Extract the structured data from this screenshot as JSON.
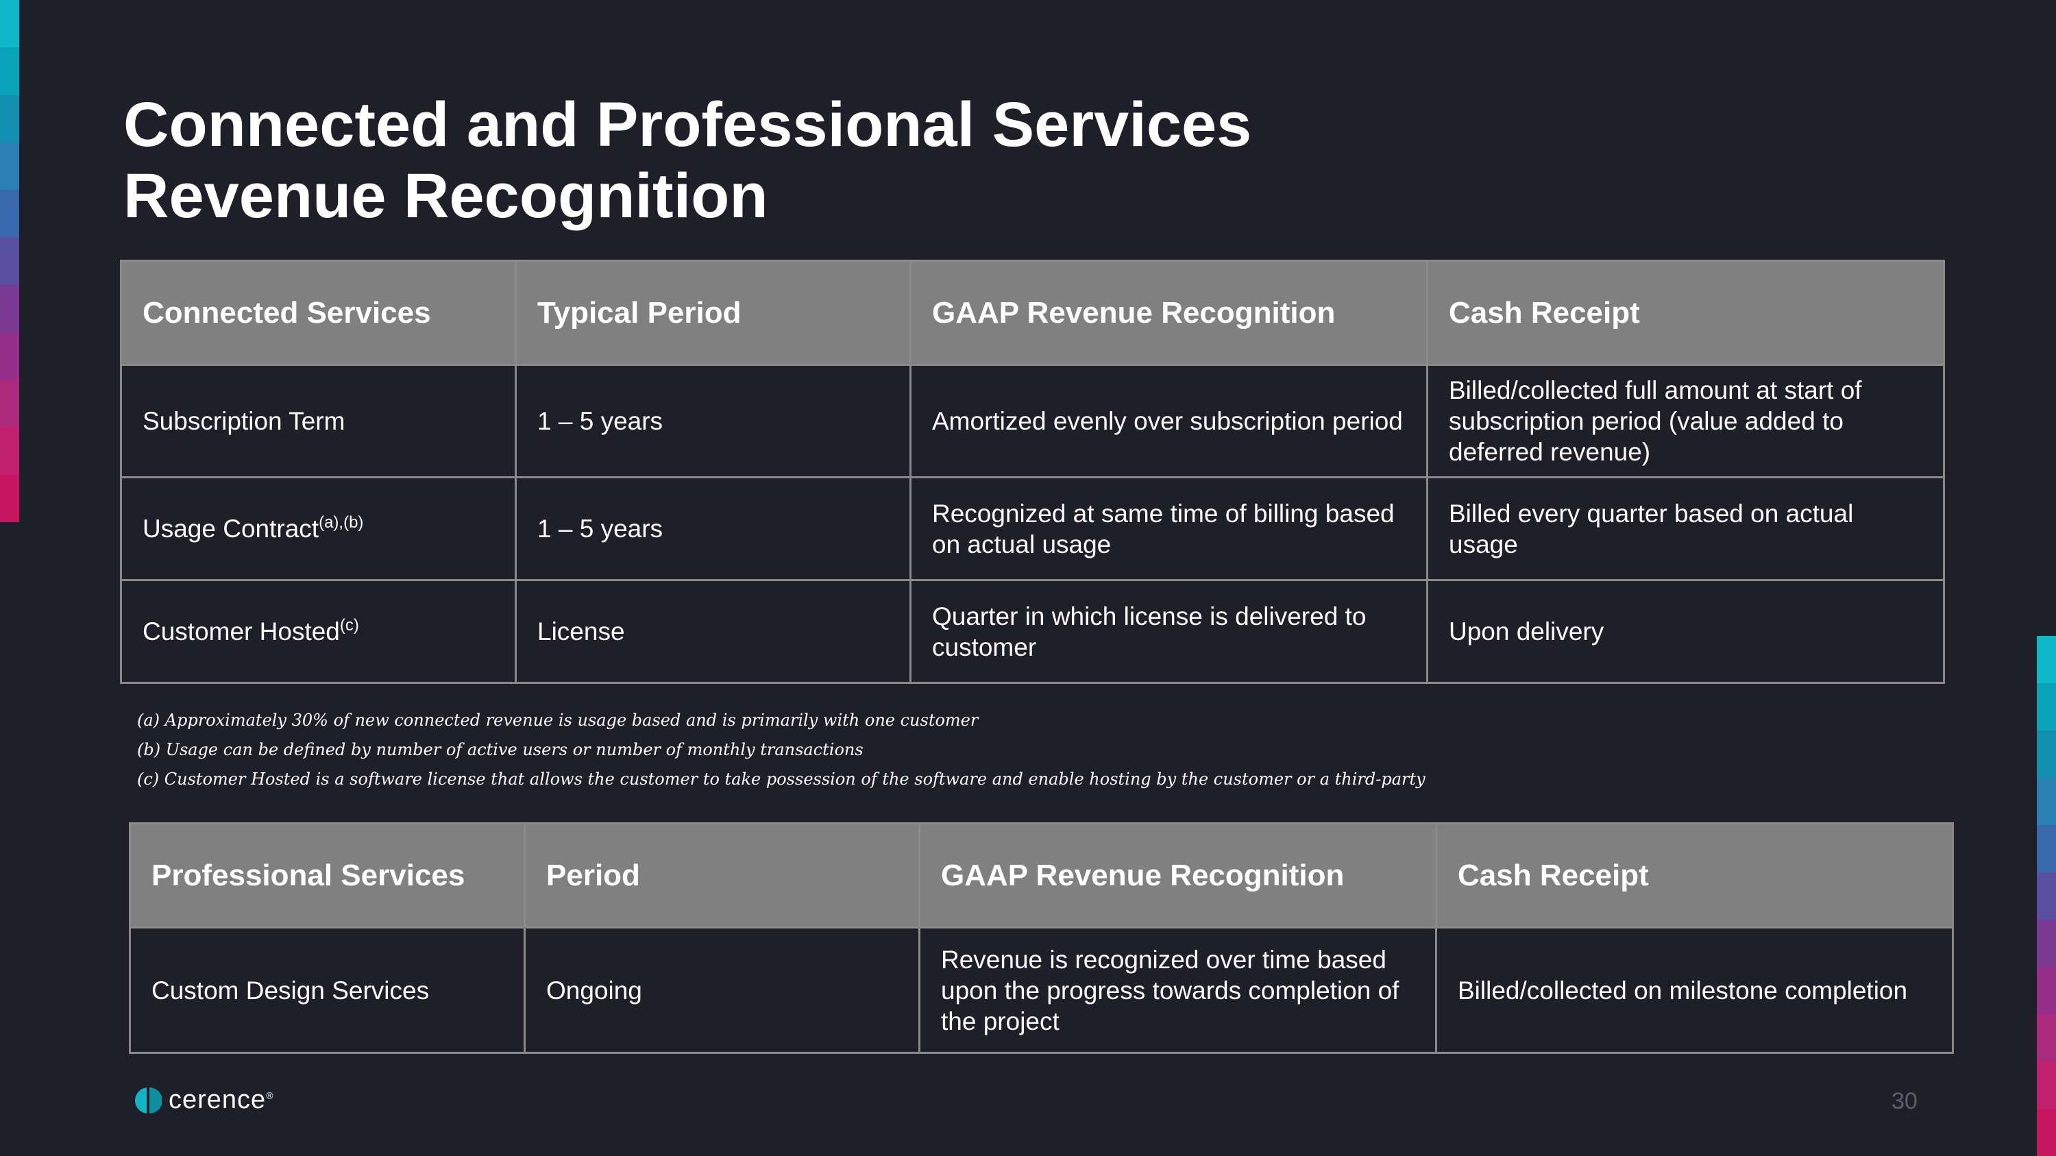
{
  "title": {
    "line1": "Connected and Professional Services",
    "line2": "Revenue Recognition"
  },
  "connected_table": {
    "headers": [
      "Connected Services",
      "Typical Period",
      "GAAP Revenue Recognition",
      "Cash Receipt"
    ],
    "rows": [
      {
        "service": "Subscription Term",
        "service_sup": "",
        "period": "1 – 5 years",
        "recognition": "Amortized evenly over subscription period",
        "cash": "Billed/collected full amount at start of subscription period (value added to deferred revenue)"
      },
      {
        "service": "Usage Contract",
        "service_sup": "(a),(b)",
        "period": "1 – 5 years",
        "recognition": "Recognized at same time of billing based on actual usage",
        "cash": "Billed every quarter based on actual usage"
      },
      {
        "service": "Customer Hosted",
        "service_sup": "(c)",
        "period": "License",
        "recognition": "Quarter in which license is delivered to customer",
        "cash": "Upon delivery"
      }
    ]
  },
  "footnotes": [
    "(a) Approximately 30% of new connected revenue is usage based and is primarily with one customer",
    "(b) Usage can be defined by number of active users or number of monthly transactions",
    "(c) Customer Hosted is a software license that allows the customer to take possession of the software and enable hosting by the customer or a third-party"
  ],
  "professional_table": {
    "headers": [
      "Professional Services",
      "Period",
      "GAAP Revenue Recognition",
      "Cash Receipt"
    ],
    "rows": [
      {
        "service": "Custom Design Services",
        "period": "Ongoing",
        "recognition": "Revenue is recognized over time based upon the progress towards completion of the project",
        "cash": "Billed/collected on milestone completion"
      }
    ]
  },
  "footer": {
    "logo_text": "cerence",
    "logo_mark": "®",
    "page_number": "30"
  },
  "colors": {
    "background": "#1e1f29",
    "header_fill": "#808080",
    "border": "#8a8a8a",
    "logo_teal": "#12b4c4",
    "page_number": "#5a5f6e",
    "strip": [
      "#0fb8c9",
      "#0aa3b8",
      "#1190b0",
      "#2a7fb3",
      "#3a68ad",
      "#5a4fa0",
      "#7a3a94",
      "#95308a",
      "#aa2b7e",
      "#bf2070",
      "#c8155f"
    ]
  },
  "icons": {
    "logo": "cerence-logo-icon"
  }
}
